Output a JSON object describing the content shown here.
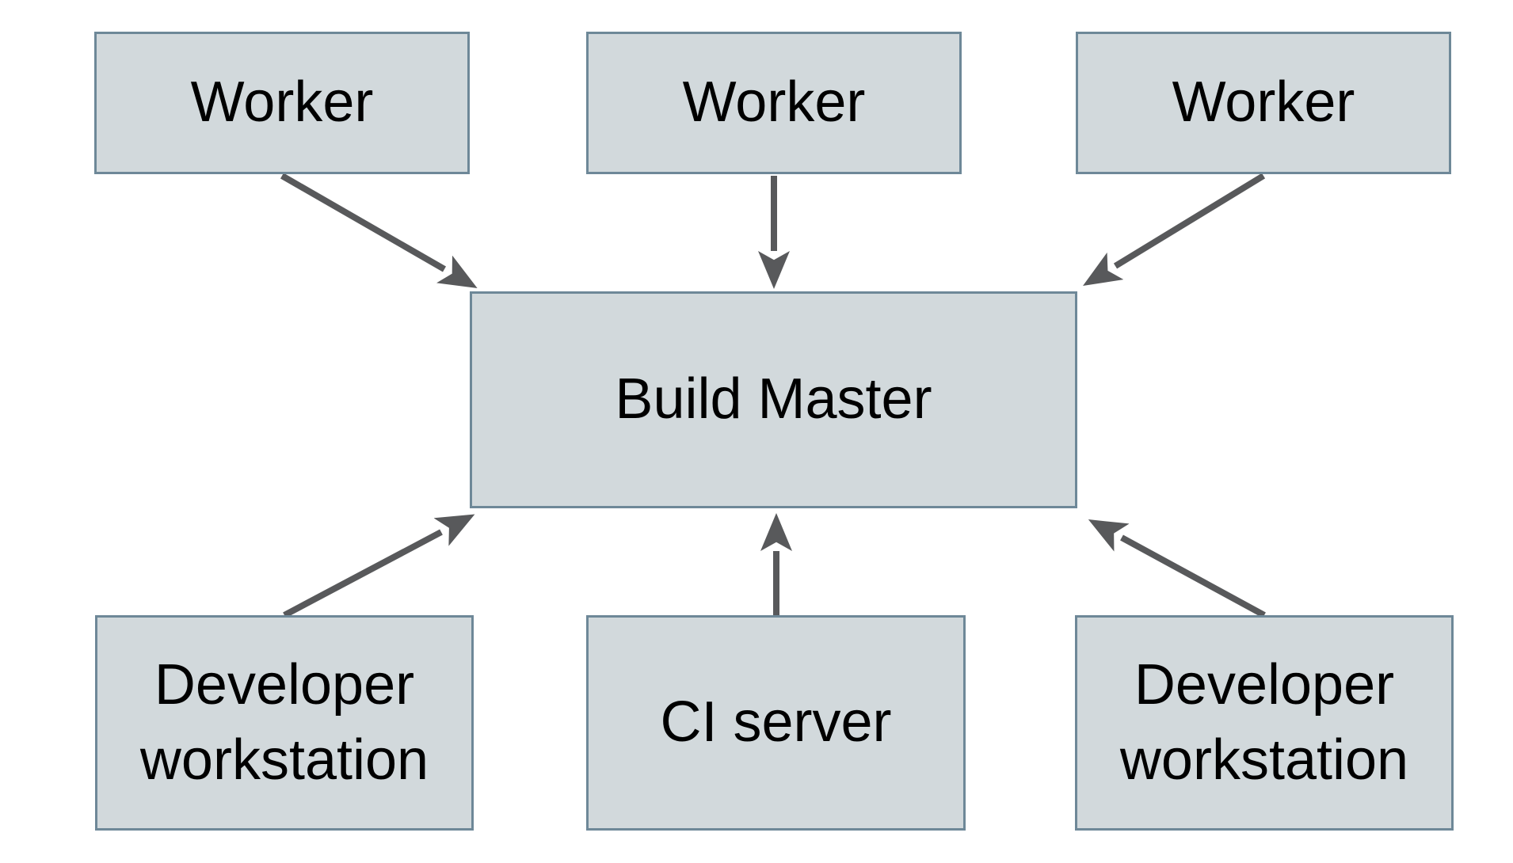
{
  "diagram": {
    "type": "architecture-diagram",
    "background": "#ffffff",
    "colors": {
      "node_fill": "#d2d9dc",
      "node_border": "#6e8898",
      "arrow": "#58595b",
      "text": "#000000"
    },
    "nodes": {
      "worker_1": {
        "label": "Worker"
      },
      "worker_2": {
        "label": "Worker"
      },
      "worker_3": {
        "label": "Worker"
      },
      "build_master": {
        "label": "Build Master"
      },
      "dev_workstation_1": {
        "label": "Developer workstation"
      },
      "ci_server": {
        "label": "CI server"
      },
      "dev_workstation_2": {
        "label": "Developer workstation"
      }
    },
    "edges": [
      {
        "from": "worker_1",
        "to": "build_master"
      },
      {
        "from": "worker_2",
        "to": "build_master"
      },
      {
        "from": "worker_3",
        "to": "build_master"
      },
      {
        "from": "dev_workstation_1",
        "to": "build_master"
      },
      {
        "from": "ci_server",
        "to": "build_master"
      },
      {
        "from": "dev_workstation_2",
        "to": "build_master"
      }
    ]
  }
}
